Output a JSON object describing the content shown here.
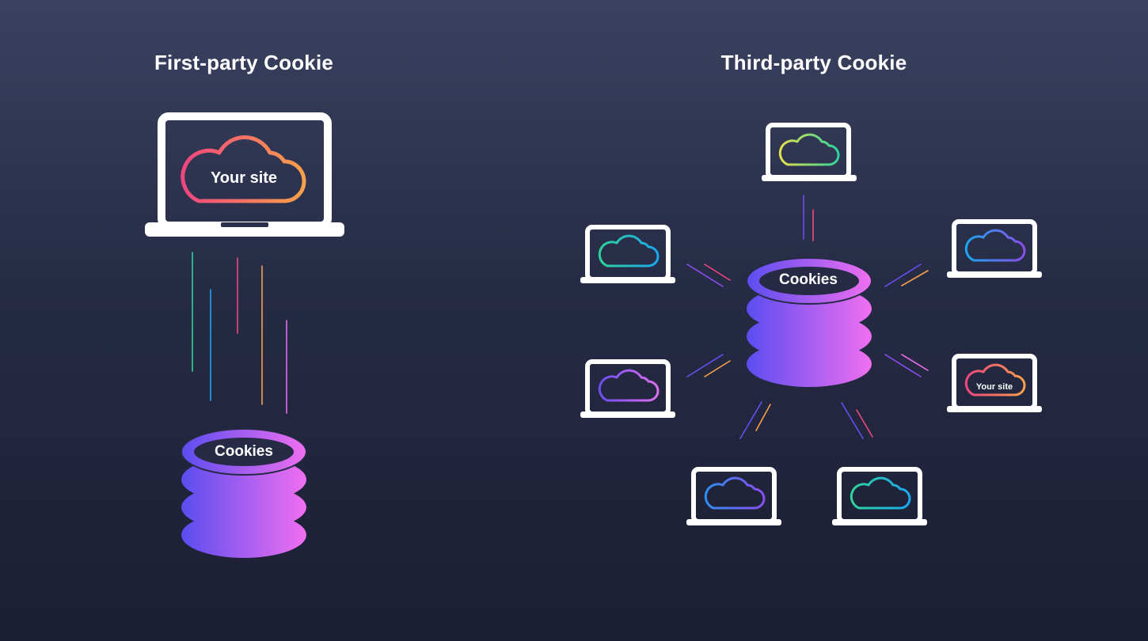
{
  "first_party": {
    "title": "First-party Cookie",
    "site_label": "Your site",
    "db_label": "Cookies"
  },
  "third_party": {
    "title": "Third-party Cookie",
    "db_label": "Cookies",
    "site_label": "Your site"
  },
  "colors": {
    "laptop": "#ffffff",
    "db_gradient": [
      "#5b4df0",
      "#f06ff0"
    ],
    "site_cloud_gradient": [
      "#f0467f",
      "#f9a04a"
    ]
  }
}
